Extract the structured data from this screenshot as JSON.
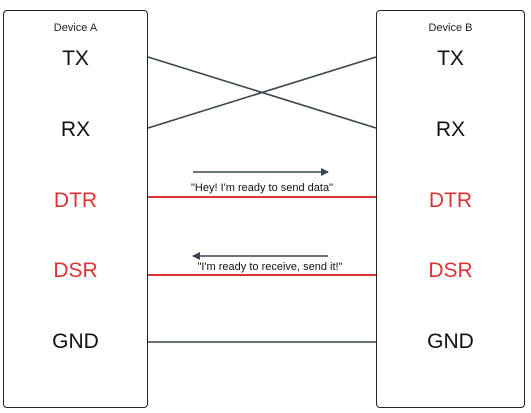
{
  "colors": {
    "flow_control": "#dd3333",
    "data_line": "#3a4550",
    "text": "#111111"
  },
  "device_a": {
    "title": "Device A",
    "pins": {
      "tx": "TX",
      "rx": "RX",
      "dtr": "DTR",
      "dsr": "DSR",
      "gnd": "GND"
    }
  },
  "device_b": {
    "title": "Device B",
    "pins": {
      "tx": "TX",
      "rx": "RX",
      "dtr": "DTR",
      "dsr": "DSR",
      "gnd": "GND"
    }
  },
  "messages": {
    "dtr": "\"Hey! I'm ready to send data\"",
    "dsr": "\"I'm ready to receive, send it!\""
  },
  "connections": [
    {
      "from": "A.TX",
      "to": "B.RX",
      "style": "crossed"
    },
    {
      "from": "A.RX",
      "to": "B.TX",
      "style": "crossed"
    },
    {
      "from": "A.DTR",
      "to": "B.DTR",
      "style": "red",
      "arrow": "right"
    },
    {
      "from": "A.DSR",
      "to": "B.DSR",
      "style": "red",
      "arrow": "left"
    },
    {
      "from": "A.GND",
      "to": "B.GND",
      "style": "straight"
    }
  ]
}
